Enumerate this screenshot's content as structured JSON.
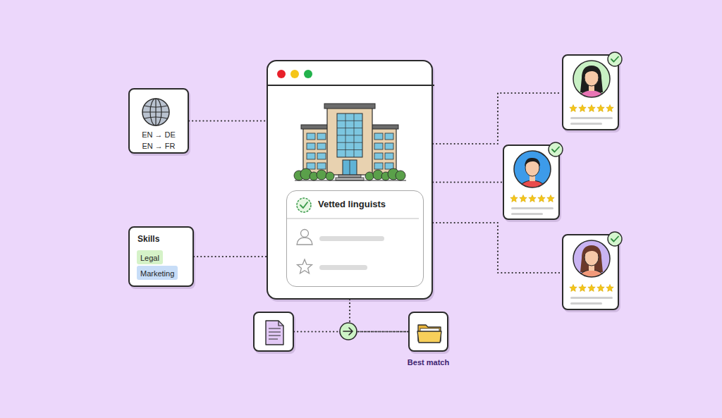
{
  "diagram": {
    "nodes": [
      {
        "text": []
      },
      {
        "text": [
          "Vetted linguists"
        ],
        "in": 0
      },
      {
        "text": [
          "EN → DE",
          "EN → FR"
        ]
      },
      {
        "text": [
          "Skills"
        ]
      },
      {
        "text": [
          "Legal"
        ],
        "in": 3
      },
      {
        "text": [
          "Marketing"
        ],
        "in": 3
      },
      {
        "text": []
      },
      {
        "text": [
          "Best match"
        ]
      },
      {
        "text": []
      },
      {
        "text": []
      },
      {
        "text": []
      }
    ],
    "edges": [
      {
        "from": 2,
        "to": 0,
        "arrow": "none"
      },
      {
        "from": 3,
        "to": 0,
        "arrow": "none"
      },
      {
        "from": 0,
        "to": 8,
        "arrow": "none"
      },
      {
        "from": 0,
        "to": 9,
        "arrow": "none"
      },
      {
        "from": 0,
        "to": 10,
        "arrow": "none"
      },
      {
        "from": 0,
        "to": 7,
        "arrow": "none"
      },
      {
        "from": 6,
        "to": 7,
        "arrow": "none"
      }
    ]
  }
}
